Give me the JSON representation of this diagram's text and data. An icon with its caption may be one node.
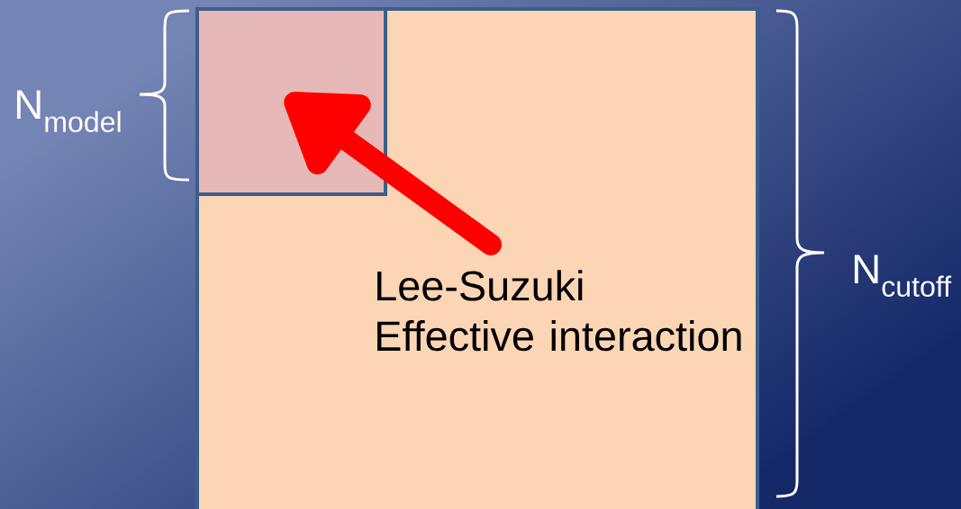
{
  "diagram": {
    "nodes": [
      {
        "text": [],
        "shape": "box"
      },
      {
        "text": [],
        "shape": "box",
        "in": 0
      },
      {
        "text": [
          "Lee-Suzuki Effective interaction"
        ],
        "in": 0
      }
    ],
    "edges": [
      {
        "from": 2,
        "to": 1,
        "arrow": "to",
        "color": "#ff0000"
      }
    ],
    "labels": [
      "N$_{model}$",
      "N$_{cutoff}$"
    ]
  }
}
